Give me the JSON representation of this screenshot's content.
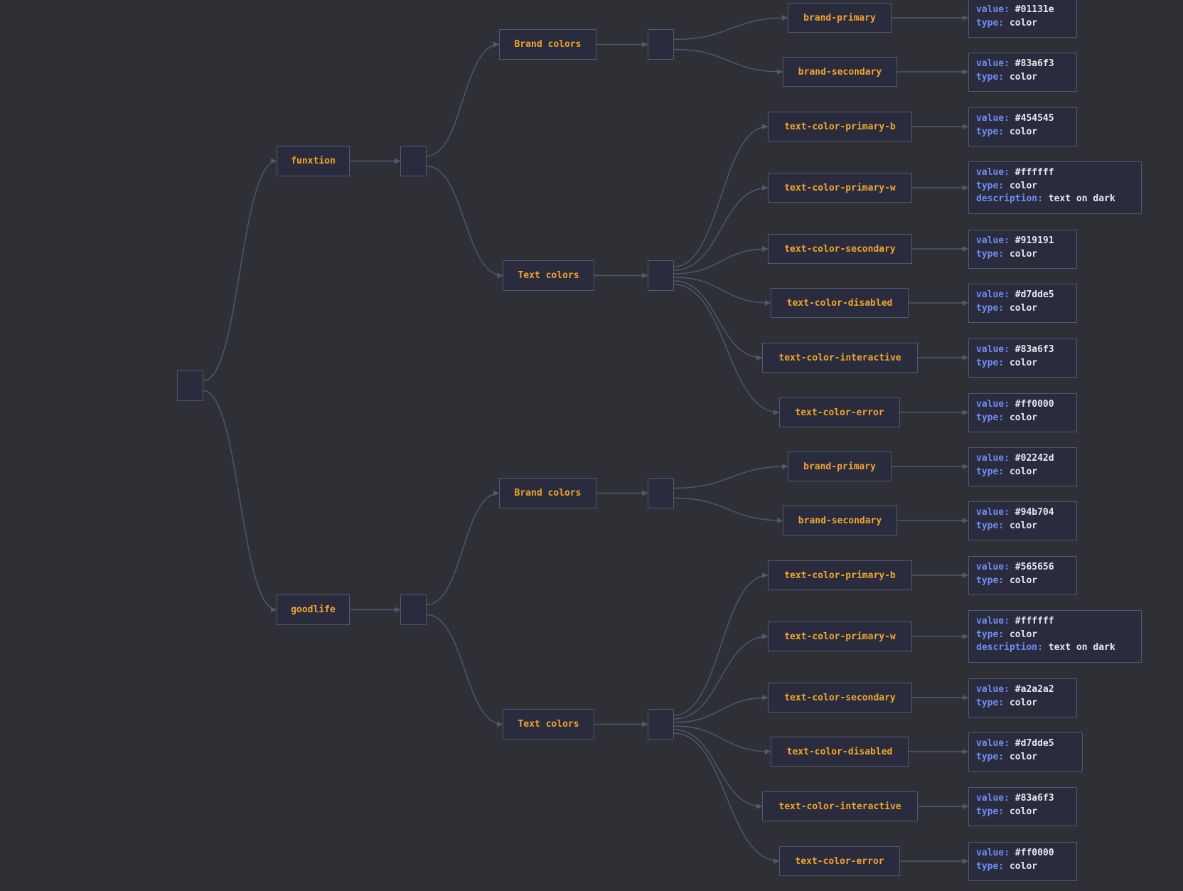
{
  "groups": [
    {
      "name": "funxtion",
      "categories": [
        {
          "label": "Brand colors",
          "tokens": [
            {
              "name": "brand-primary",
              "value": "#01131e",
              "type": "color"
            },
            {
              "name": "brand-secondary",
              "value": "#83a6f3",
              "type": "color"
            }
          ]
        },
        {
          "label": "Text colors",
          "tokens": [
            {
              "name": "text-color-primary-b",
              "value": "#454545",
              "type": "color"
            },
            {
              "name": "text-color-primary-w",
              "value": "#ffffff",
              "type": "color",
              "description": "text on dark"
            },
            {
              "name": "text-color-secondary",
              "value": "#919191",
              "type": "color"
            },
            {
              "name": "text-color-disabled",
              "value": "#d7dde5",
              "type": "color"
            },
            {
              "name": "text-color-interactive",
              "value": "#83a6f3",
              "type": "color"
            },
            {
              "name": "text-color-error",
              "value": "#ff0000",
              "type": "color"
            }
          ]
        }
      ]
    },
    {
      "name": "goodlife",
      "categories": [
        {
          "label": "Brand colors",
          "tokens": [
            {
              "name": "brand-primary",
              "value": "#02242d",
              "type": "color"
            },
            {
              "name": "brand-secondary",
              "value": "#94b704",
              "type": "color"
            }
          ]
        },
        {
          "label": "Text colors",
          "tokens": [
            {
              "name": "text-color-primary-b",
              "value": "#565656",
              "type": "color"
            },
            {
              "name": "text-color-primary-w",
              "value": "#ffffff",
              "type": "color",
              "description": "text on dark"
            },
            {
              "name": "text-color-secondary",
              "value": "#a2a2a2",
              "type": "color"
            },
            {
              "name": "text-color-disabled",
              "value": "#d7dde5",
              "type": "color"
            },
            {
              "name": "text-color-interactive",
              "value": "#83a6f3",
              "type": "color"
            },
            {
              "name": "text-color-error",
              "value": "#ff0000",
              "type": "color"
            }
          ]
        }
      ]
    }
  ],
  "keys": {
    "value": "value:",
    "type": "type:",
    "description": "description:"
  },
  "colors": {
    "background": "#2e3035",
    "node_fill": "#2a2c3d",
    "node_border": "#4c5a73",
    "label_text": "#f0a52c",
    "key_text": "#6f8cf6",
    "value_text": "#e6e8ef",
    "edge": "#4c5a73"
  }
}
